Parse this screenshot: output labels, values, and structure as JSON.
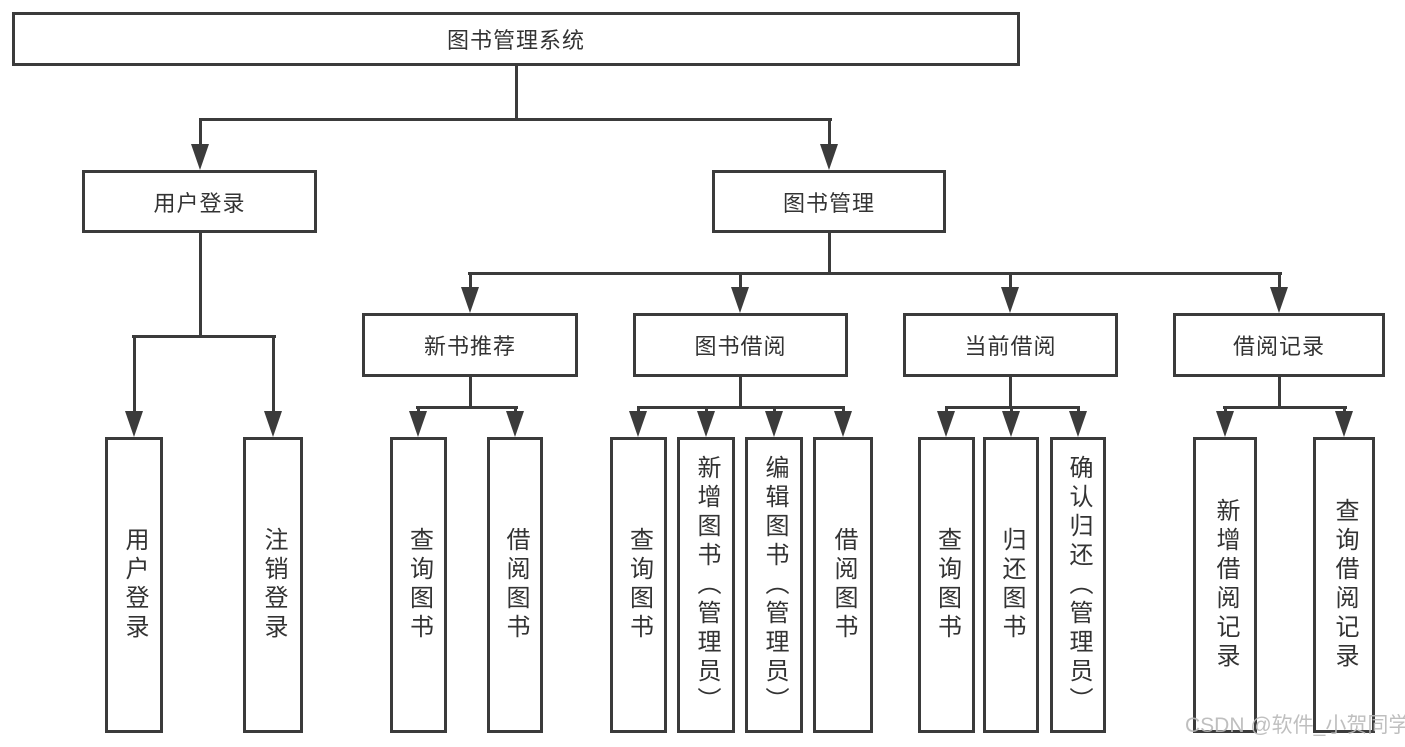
{
  "diagram": {
    "type": "hierarchy-tree",
    "watermark": "CSDN @软件_小贺同学",
    "colors": {
      "line": "#3b3b3b",
      "text": "#333333",
      "background": "#ffffff",
      "watermark": "#b9b9b9"
    },
    "nodes": {
      "root": {
        "label": "图书管理系统"
      },
      "user_login": {
        "label": "用户登录",
        "children": {
          "login": {
            "label": "用户登录"
          },
          "logout": {
            "label": "注销登录"
          }
        }
      },
      "book_mgmt": {
        "label": "图书管理",
        "children": {
          "new_book_rec": {
            "label": "新书推荐",
            "children": {
              "query_book": {
                "label": "查询图书"
              },
              "borrow_book": {
                "label": "借阅图书"
              }
            }
          },
          "book_borrow": {
            "label": "图书借阅",
            "children": {
              "query_book": {
                "label": "查询图书"
              },
              "add_book": {
                "label": "新增图书（管理员）"
              },
              "edit_book": {
                "label": "编辑图书（管理员）"
              },
              "borrow_book": {
                "label": "借阅图书"
              }
            }
          },
          "current_borrow": {
            "label": "当前借阅",
            "children": {
              "query_book": {
                "label": "查询图书"
              },
              "return_book": {
                "label": "归还图书"
              },
              "confirm_return": {
                "label": "确认归还（管理员）"
              }
            }
          },
          "borrow_records": {
            "label": "借阅记录",
            "children": {
              "add_record": {
                "label": "新增借阅记录"
              },
              "query_record": {
                "label": "查询借阅记录"
              }
            }
          }
        }
      }
    }
  }
}
